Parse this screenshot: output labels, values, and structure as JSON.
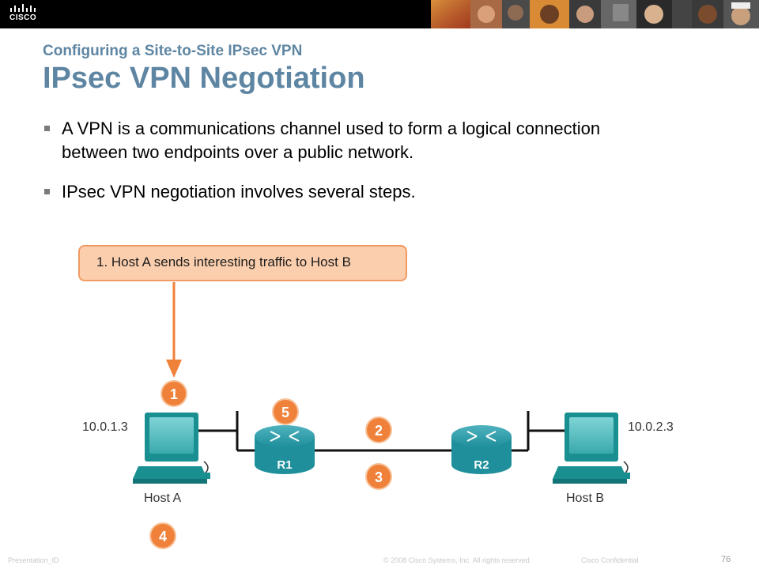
{
  "header": {
    "logo_text": "CISCO",
    "photo_strip_icon": "people-photo-strip"
  },
  "slide": {
    "subtitle": "Configuring a Site-to-Site IPsec VPN",
    "title": "IPsec VPN Negotiation",
    "bullets": [
      "A VPN is a communications channel used to form a logical connection between two endpoints over a public network.",
      "IPsec VPN negotiation involves several steps."
    ]
  },
  "diagram": {
    "callout": "1. Host A sends interesting traffic to Host B",
    "host_a": {
      "ip": "10.0.1.3",
      "label": "Host A"
    },
    "host_b": {
      "ip": "10.0.2.3",
      "label": "Host B"
    },
    "router1": "R1",
    "router2": "R2",
    "steps": [
      "1",
      "2",
      "3",
      "4",
      "5"
    ],
    "colors": {
      "accent": "#f0813a",
      "router": "#1e8f9b",
      "host": "#1a8f92",
      "title": "#5e86a3"
    }
  },
  "footer": {
    "left": "Presentation_ID",
    "center": "© 2008 Cisco Systems, Inc. All rights reserved.",
    "right": "Cisco Confidential",
    "page": "76"
  }
}
